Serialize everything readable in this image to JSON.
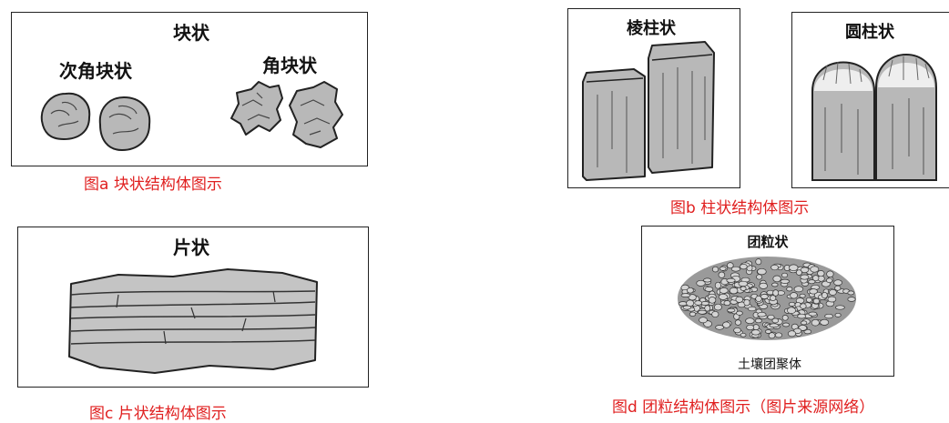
{
  "panel_a": {
    "title": "块状",
    "left_label": "次角块状",
    "right_label": "角块状",
    "caption": "图a  块状结构体图示"
  },
  "panel_b": {
    "left_title": "棱柱状",
    "right_title": "圆柱状",
    "caption": "图b  柱状结构体图示"
  },
  "panel_c": {
    "title": "片状",
    "caption": "图c  片状结构体图示"
  },
  "panel_d": {
    "title": "团粒状",
    "bottom_label": "土壤团聚体",
    "caption": "图d  团粒结构体图示（图片来源网络）"
  },
  "colors": {
    "caption_red": "#e02020",
    "fill_gray": "#b8b8b8",
    "outline": "#222222"
  }
}
